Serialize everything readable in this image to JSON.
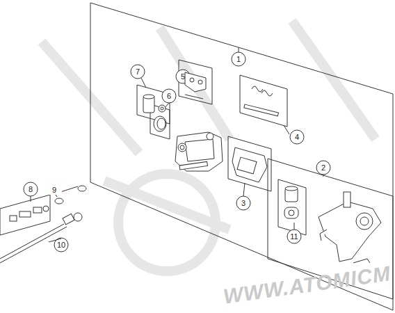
{
  "diagram": {
    "labels": [
      "1",
      "2",
      "3",
      "4",
      "5",
      "6",
      "7",
      "8",
      "9",
      "10",
      "11",
      "WWW.ATOMICM"
    ]
  }
}
